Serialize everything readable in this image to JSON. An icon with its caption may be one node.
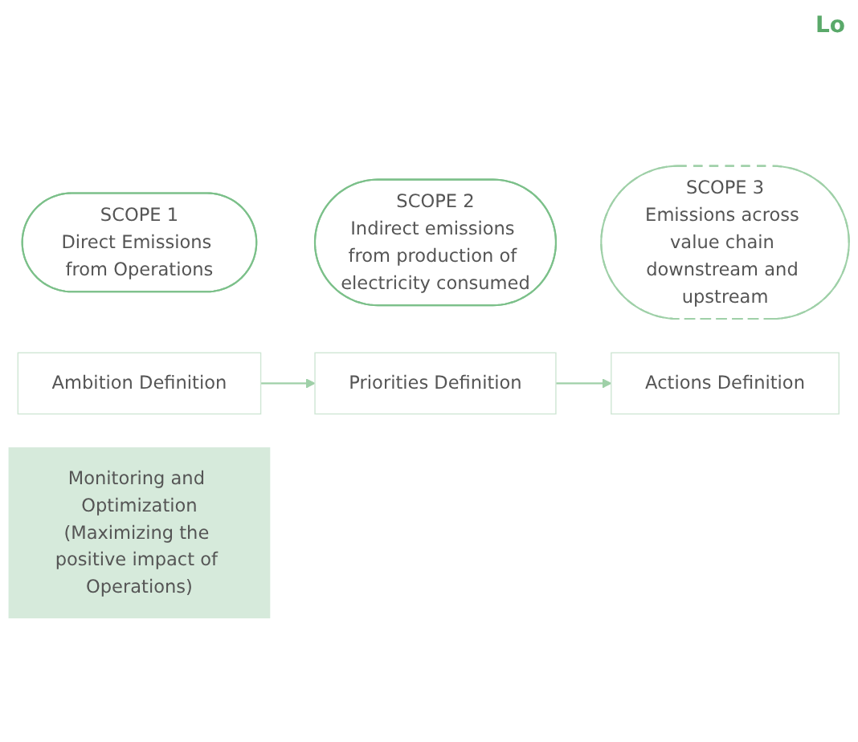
{
  "diagram": {
    "nodes": [
      {
        "text": [
          "SCOPE 1",
          "Direct Emissions from Operations"
        ]
      },
      {
        "text": [
          "SCOPE 2",
          "Indirect emissions from production of electricity consumed"
        ]
      },
      {
        "text": [
          "SCOPE 3",
          "Emissions across value chain downstream and upstream"
        ]
      },
      {
        "text": [
          "Ambition Definition"
        ]
      },
      {
        "text": [
          "Priorities Definition"
        ]
      },
      {
        "text": [
          "Actions Definition"
        ]
      },
      {
        "text": [
          "Monitoring and Optimization",
          "(Maximizing the positive impact of Operations)"
        ]
      }
    ],
    "edges": [
      {
        "from": 3,
        "to": 4,
        "arrow": "to"
      },
      {
        "from": 4,
        "to": 5,
        "arrow": "to"
      }
    ],
    "labels": [
      "Lo"
    ]
  }
}
